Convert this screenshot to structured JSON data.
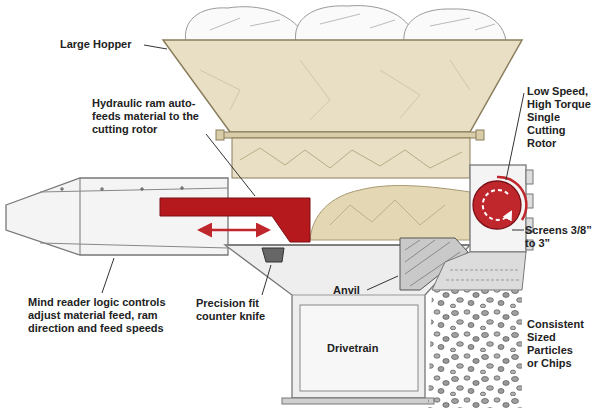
{
  "diagram": {
    "labels": [
      "Large Hopper",
      "Hydraulic ram auto-feeds material to the cutting rotor",
      "Low Speed, High Torque Single Cutting Rotor",
      "Screens 3/8” to 3”",
      "Precision fit counter knife",
      "Anvil",
      "Mind reader logic controls adjust material feed, ram direction and feed speeds",
      "Drivetrain",
      "Consistent Sized Particles or Chips"
    ]
  }
}
